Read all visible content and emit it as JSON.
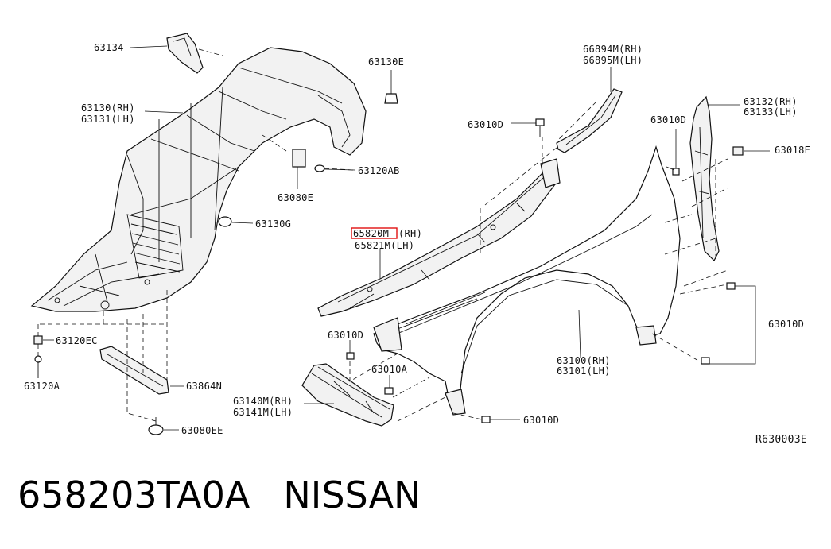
{
  "labels": {
    "p63134": "63134",
    "p63130": "63130(RH)",
    "p63131": "63131(LH)",
    "p63130e": "63130E",
    "p63120ab": "63120AB",
    "p63080e": "63080E",
    "p63130g": "63130G",
    "p63120ec": "63120EC",
    "p63120a": "63120A",
    "p63864n": "63864N",
    "p63080ee": "63080EE",
    "p66894m": "66894M(RH)",
    "p66895m": "66895M(LH)",
    "p63010d_a": "63010D",
    "p63010d_b": "63010D",
    "p63132": "63132(RH)",
    "p63133": "63133(LH)",
    "p63018e": "63018E",
    "p65820m_code": "65820M",
    "p65820m_side": "(RH)",
    "p65821m": "65821M(LH)",
    "p63010d_c": "63010D",
    "p63010d_d": "63010D",
    "p63010a": "63010A",
    "p63100": "63100(RH)",
    "p63101": "63101(LH)",
    "p63140m": "63140M(RH)",
    "p63141m": "63141M(LH)",
    "p63010d_e": "63010D",
    "ref": "R630003E"
  },
  "caption": {
    "part_number": "658203TA0A",
    "brand": "NISSAN"
  },
  "highlight_color": "#e01010"
}
